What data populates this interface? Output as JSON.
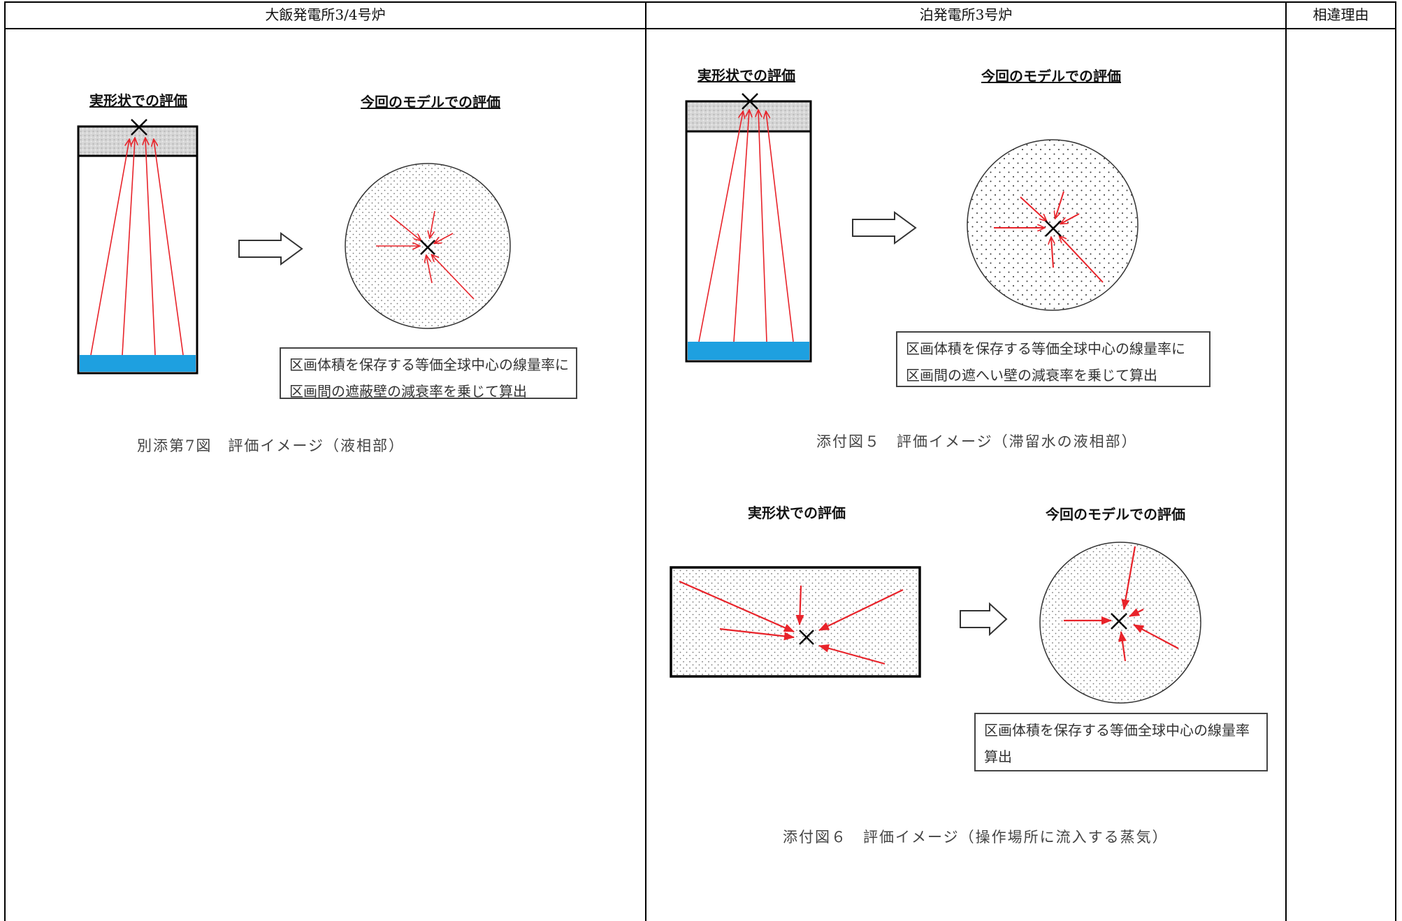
{
  "header": {
    "col_left": "大飯発電所3/4号炉",
    "col_mid": "泊発電所3号炉",
    "col_right": "相違理由"
  },
  "left": {
    "label_actual": "実形状での評価",
    "label_model": "今回のモデルでの評価",
    "note_lines": [
      "区画体積を保存する等価全球中心の線量率に",
      "区画間の遮蔽壁の減衰率を乗じて算出"
    ],
    "caption": "別添第7図　評価イメージ（液相部）"
  },
  "mid_top": {
    "label_actual": "実形状での評価",
    "label_model": "今回のモデルでの評価",
    "note_lines": [
      "区画体積を保存する等価全球中心の線量率に",
      "区画間の遮へい壁の減衰率を乗じて算出"
    ],
    "caption": "添付図５　評価イメージ（滞留水の液相部）"
  },
  "mid_bottom": {
    "label_actual": "実形状での評価",
    "label_model": "今回のモデルでの評価",
    "note_lines": [
      "区画体積を保存する等価全球中心の線量率",
      "算出"
    ],
    "caption": "添付図６　評価イメージ（操作場所に流入する蒸気）"
  },
  "colors": {
    "arrow": "#e8232a",
    "water": "#1ea0e0",
    "frame": "#000000",
    "dots": "#555555"
  },
  "icons": [
    "source-x-icon",
    "transform-arrow-icon",
    "equivalent-sphere-icon"
  ]
}
